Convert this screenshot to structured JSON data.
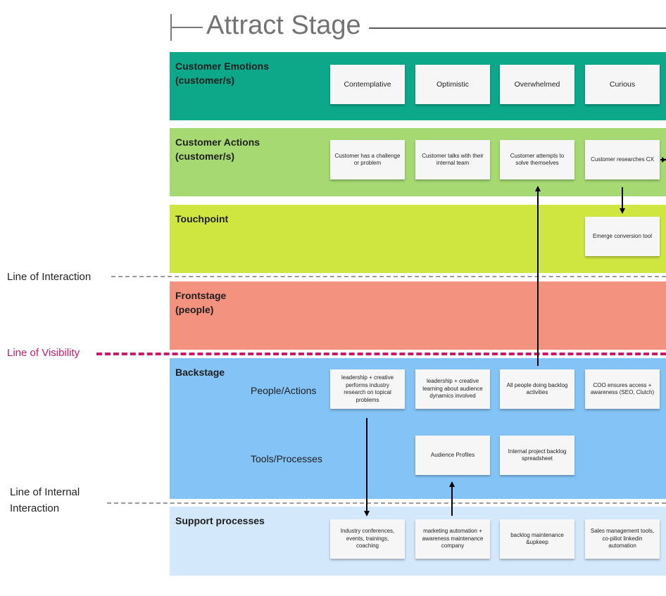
{
  "stage": {
    "title": "Attract Stage"
  },
  "lanes": {
    "emotions": {
      "title": "Customer Emotions\n(customer/s)",
      "color": "#0da88a",
      "notes": [
        "Contemplative",
        "Optimistic",
        "Overwhelmed",
        "Curious"
      ]
    },
    "actions": {
      "title": "Customer Actions\n(customer/s)",
      "color": "#a6d972",
      "notes": [
        "Customer has a challenge or problem",
        "Customer talks with their internal team",
        "Customer attempts to solve themselves",
        "Customer researches CX"
      ]
    },
    "touchpoint": {
      "title": "Touchpoint",
      "color": "#cfe640",
      "notes": [
        "Emerge conversion tool"
      ]
    },
    "frontstage": {
      "title": "Frontstage\n(people)",
      "color": "#f49280"
    },
    "backstage": {
      "title": "Backstage",
      "color": "#84c3f6",
      "people_label": "People/Actions",
      "tools_label": "Tools/Processes",
      "people_notes": [
        "leadership + creative performs industry research on topical problems",
        "leadership + creative learning about audience dynamics involved",
        "All people doing backlog activities",
        "COO ensures access + awareness (SEO, Clutch)"
      ],
      "tools_notes": [
        "Audience Profiles",
        "Internal project backlog spreadsheet"
      ]
    },
    "support": {
      "title": "Support processes",
      "color": "#d3e8fb",
      "notes": [
        "Industry conferences, events, trainings, coaching",
        "marketing automation + awareness maintenance company",
        "backlog maintenance &upkeep",
        "Sales management tools, co-piliot linkedin automation"
      ]
    }
  },
  "lines": {
    "interaction": "Line of Interaction",
    "visibility": "Line of Visibility",
    "internal": "Line of Internal\nInteraction",
    "visibility_color": "#c8196a"
  }
}
